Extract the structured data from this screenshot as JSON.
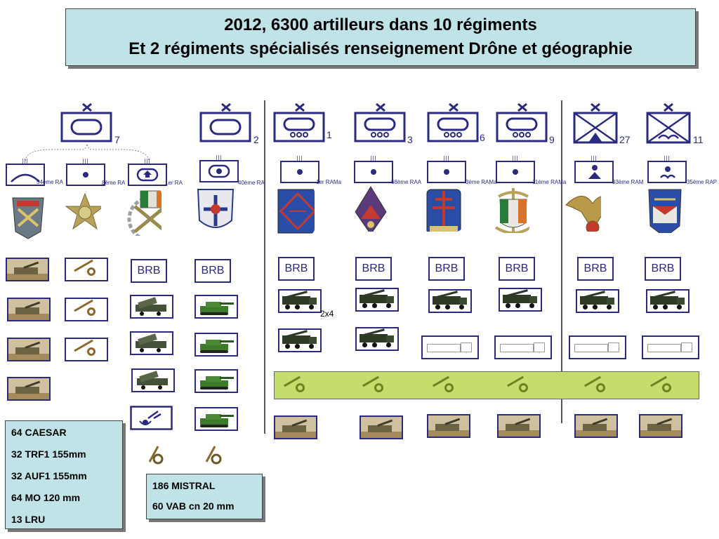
{
  "title": {
    "line1": "2012, 6300 artilleurs dans 10 régiments",
    "line2": "Et 2 régiments spécialisés renseignement Drône et géographie"
  },
  "brigades": [
    {
      "echelon": "7"
    },
    {
      "echelon": "2"
    },
    {
      "echelon": "1"
    },
    {
      "echelon": "3"
    },
    {
      "echelon": "6"
    },
    {
      "echelon": "9"
    },
    {
      "echelon": "27"
    },
    {
      "echelon": "11"
    }
  ],
  "regiments": [
    {
      "label": "54ème RA"
    },
    {
      "label": "8ème RA"
    },
    {
      "label": "1er RA"
    },
    {
      "label": "40ème RA"
    },
    {
      "label": "1er RAMa"
    },
    {
      "label": "68ème RAA"
    },
    {
      "label": "3ème RAMa"
    },
    {
      "label": "11ème RAMa"
    },
    {
      "label": "93ème RAM"
    },
    {
      "label": "35ème RAP"
    }
  ],
  "brb_label": "BRB",
  "annotation_2x4": "2x4",
  "summary_left": {
    "lines": [
      "64 CAESAR",
      "32 TRF1 155mm",
      "32 AUF1 155mm",
      "64 MO 120 mm",
      "13 LRU"
    ]
  },
  "summary_right": {
    "lines": [
      "186 MISTRAL",
      "60 VAB cn 20 mm"
    ]
  },
  "colors": {
    "symbol_blue": "#2a2a80",
    "title_bg": "#bfe3e6",
    "strip_green": "#c5dd6c"
  }
}
